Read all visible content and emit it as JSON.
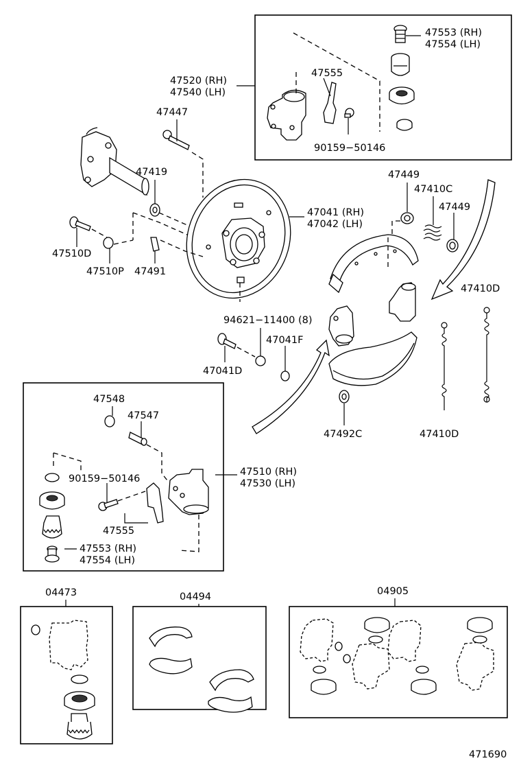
{
  "diagram": {
    "labels": {
      "p47520": "47520 (RH)",
      "p47540": "47540 (LH)",
      "p47553_top": "47553 (RH)",
      "p47554_top": "47554 (LH)",
      "p47555_top": "47555",
      "p90159_top": "90159−50146",
      "p47447": "47447",
      "p47419": "47419",
      "p47041": "47041 (RH)",
      "p47042": "47042 (LH)",
      "p47449_a": "47449",
      "p47410C": "47410C",
      "p47449_b": "47449",
      "p47510D": "47510D",
      "p47510P": "47510P",
      "p47491": "47491",
      "p47410D_right": "47410D",
      "p94621": "94621−11400 (8)",
      "p47041F": "47041F",
      "p47041D": "47041D",
      "p47492C": "47492C",
      "p47410D_bottom": "47410D",
      "p47548": "47548",
      "p47547": "47547",
      "p90159_bot": "90159−50146",
      "p47510": "47510 (RH)",
      "p47530": "47530 (LH)",
      "p47555_bot": "47555",
      "p47553_bot": "47553 (RH)",
      "p47554_bot": "47554 (LH)",
      "kit04473": "04473",
      "kit04494": "04494",
      "kit04905": "04905",
      "figure_number": "471690"
    }
  }
}
